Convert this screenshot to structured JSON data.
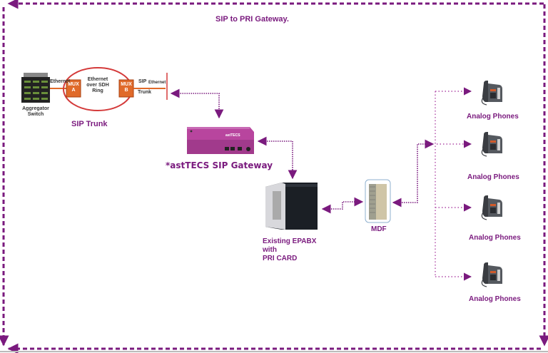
{
  "title": "SIP to PRI Gateway.",
  "colors": {
    "accent": "#7a1a7e",
    "mux": "#e06a2a",
    "ring": "#d43a3a"
  },
  "sip_trunk_panel": {
    "label": "SIP Trunk",
    "aggregator": "Aggregator Switch",
    "aggregator_line1": "Aggregator",
    "aggregator_line2": "Switch",
    "ethernet_left": "Ethernet",
    "mux_a_line1": "MUX",
    "mux_a_line2": "A",
    "ring_line1": "Ethernet",
    "ring_line2": "over SDH",
    "ring_line3": "Ring",
    "mux_b_line1": "MUX",
    "mux_b_line2": "B",
    "sip": "SIP",
    "trunk": "Trunk",
    "ethernet_right": "Ethernet"
  },
  "gateway": {
    "label": "*astTECS SIP Gateway",
    "brand": "astTECS"
  },
  "pbx": {
    "line1": "Existing EPABX",
    "line2": "with",
    "line3": "PRI CARD"
  },
  "mdf": {
    "label": "MDF"
  },
  "phones": [
    {
      "label": "Analog Phones"
    },
    {
      "label": "Analog Phones"
    },
    {
      "label": "Analog Phones"
    },
    {
      "label": "Analog Phones"
    }
  ]
}
